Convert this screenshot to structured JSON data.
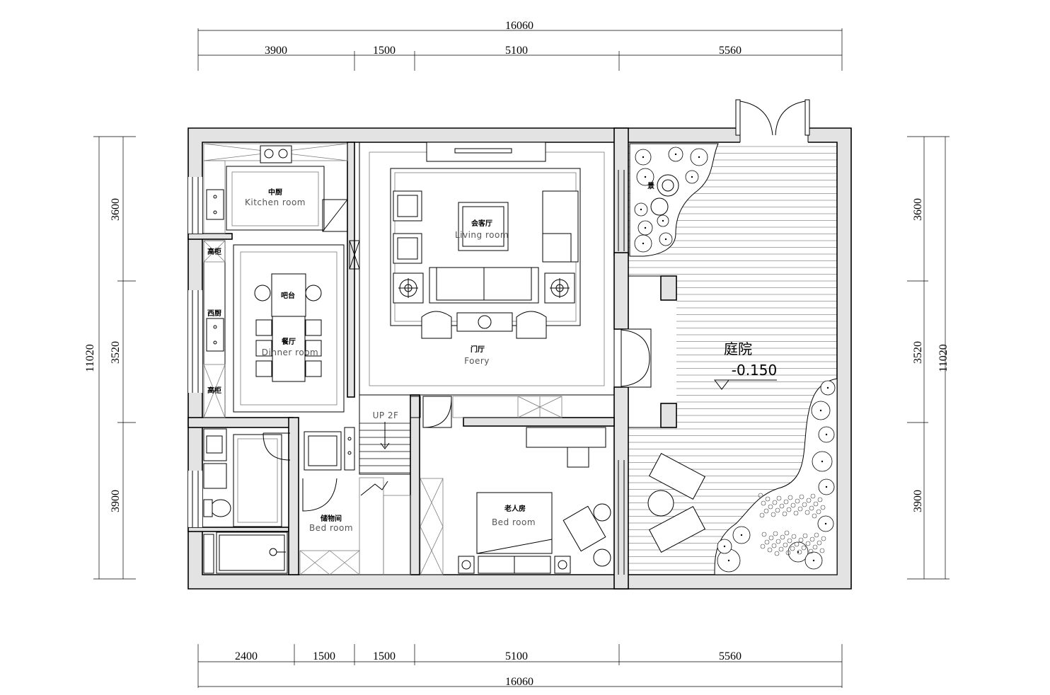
{
  "dimensions": {
    "top_total": "16060",
    "top": [
      "3900",
      "1500",
      "5100",
      "5560"
    ],
    "bottom": [
      "2400",
      "1500",
      "1500",
      "5100",
      "5560"
    ],
    "bottom_total": "16060",
    "left": [
      "3600",
      "3520",
      "3900"
    ],
    "left_total": "11020",
    "right": [
      "3600",
      "3520",
      "3900"
    ],
    "right_total": "11020"
  },
  "rooms": {
    "kitchen": {
      "cn": "中厨",
      "en": "Kitchen room"
    },
    "bar": {
      "cn": "吧台"
    },
    "dining": {
      "cn": "餐厅",
      "en": "Dinner room"
    },
    "living": {
      "cn": "会客厅",
      "en": "Living room"
    },
    "foyer": {
      "cn": "门厅",
      "en": "Foery"
    },
    "storage": {
      "cn": "储物间",
      "en": "Bed room"
    },
    "elder_bedroom": {
      "cn": "老人房",
      "en": "Bed room"
    },
    "courtyard": {
      "cn": "庭院",
      "elevation": "-0.150"
    },
    "tall_cabinet_1": {
      "cn": "高柜"
    },
    "western_kitchen": {
      "cn": "西厨"
    },
    "tall_cabinet_2": {
      "cn": "高柜"
    },
    "pond": {
      "cn": "景"
    }
  },
  "stairs": {
    "label": "UP 2F"
  }
}
